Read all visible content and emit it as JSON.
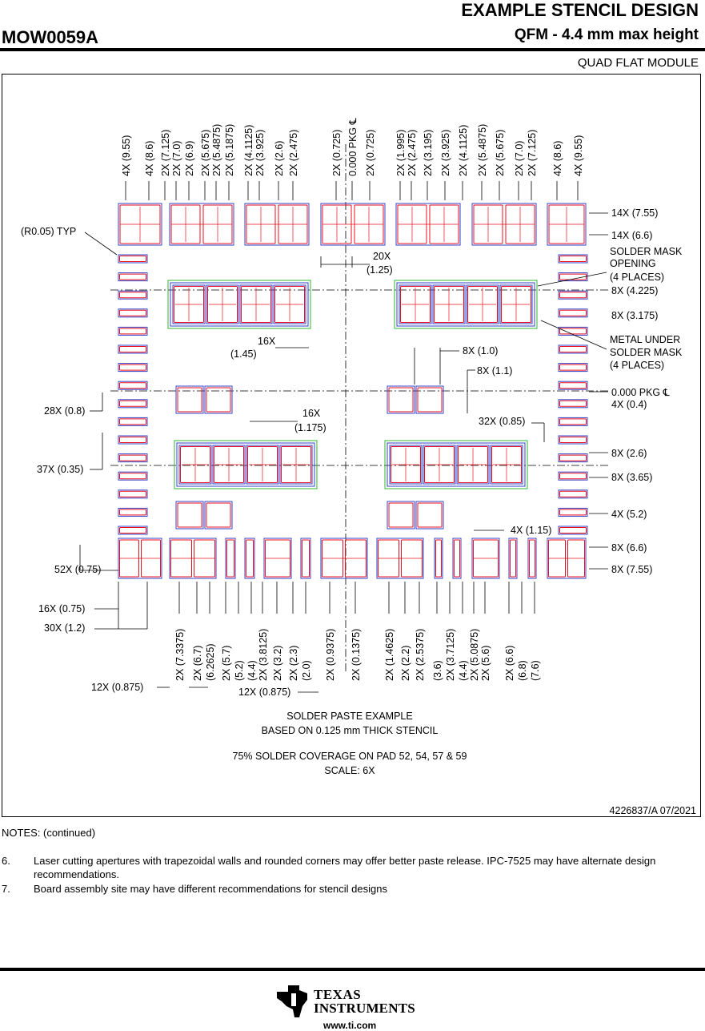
{
  "header": {
    "title": "EXAMPLE STENCIL DESIGN",
    "part_number": "MOW0059A",
    "subtitle": "QFM - 4.4 mm max height",
    "package_type": "QUAD FLAT MODULE"
  },
  "drawing": {
    "top_dims": [
      "4X (9.55)",
      "4X (8.6)",
      "2X (7.125)",
      "2X (7.0)",
      "2X (6.9)",
      "2X (5.675)",
      "2X (5.4875)",
      "2X (5.1875)",
      "2X (4.1125)",
      "2X (3.925)",
      "2X (2.6)",
      "2X (2.475)",
      "2X (0.725)",
      "0.000 PKG ℄",
      "2X (0.725)",
      "2X (1.995)",
      "2X (2.475)",
      "2X (3.195)",
      "2X (3.925)",
      "2X (4.1125)",
      "2X (5.4875)",
      "2X (5.675)",
      "2X (7.0)",
      "2X (7.125)",
      "4X (8.6)",
      "4X (9.55)"
    ],
    "bottom_dims": [
      "2X (7.3375)",
      "2X (6.7)",
      "(6.2625)",
      "2X (5.7)",
      "(5.2)",
      "(4.4)",
      "2X (3.8125)",
      "2X (3.2)",
      "2X (2.3)",
      "(2.0)",
      "2X (0.9375)",
      "2X (0.1375)",
      "2X (1.4625)",
      "2X (2.2)",
      "2X (2.5375)",
      "(3.6)",
      "2X (3.7125)",
      "(4.4)",
      "2X (5.0875)",
      "2X (5.6)",
      "2X (6.6)",
      "(6.8)",
      "(7.6)"
    ],
    "right_labels": [
      "14X (7.55)",
      "14X (6.6)",
      "SOLDER MASK",
      "OPENING",
      "(4 PLACES)",
      "8X (4.225)",
      "8X (3.175)",
      "METAL UNDER",
      "SOLDER MASK",
      "(4 PLACES)",
      "0.000 PKG ℄",
      "4X (0.4)",
      "8X (2.6)",
      "8X (3.65)",
      "4X (5.2)",
      "8X (6.6)",
      "8X (7.55)"
    ],
    "left_labels": [
      "(R0.05) TYP",
      "28X (0.8)",
      "37X (0.35)",
      "52X (0.75)",
      "16X (0.75)",
      "30X (1.2)",
      "12X (0.875)"
    ],
    "inner_labels": [
      "20X",
      "(1.25)",
      "16X",
      "(1.45)",
      "8X (1.0)",
      "8X (1.1)",
      "16X",
      "(1.175)",
      "32X (0.85)",
      "4X (1.15)",
      "12X (0.875)"
    ],
    "caption_title": "SOLDER PASTE EXAMPLE",
    "caption_line1": "BASED ON 0.125 mm THICK STENCIL",
    "caption_line2": "75% SOLDER COVERAGE ON PAD 52, 54, 57 & 59",
    "caption_line3": "SCALE: 6X",
    "doc_id": "4226837/A   07/2021"
  },
  "notes": {
    "heading": "NOTES: (continued)",
    "items": [
      {
        "num": "6.",
        "text": "Laser cutting apertures with trapezoidal walls and rounded corners may offer better paste release. IPC-7525 may have alternate design recommendations."
      },
      {
        "num": "7.",
        "text": "Board assembly site may have different recommendations for stencil designs"
      }
    ]
  },
  "footer": {
    "brand_line1": "TEXAS",
    "brand_line2": "INSTRUMENTS",
    "url": "www.ti.com"
  },
  "colors": {
    "paste": "#e8101e",
    "pad": "#3340c8",
    "mask": "#2db82d",
    "line": "#000000"
  }
}
